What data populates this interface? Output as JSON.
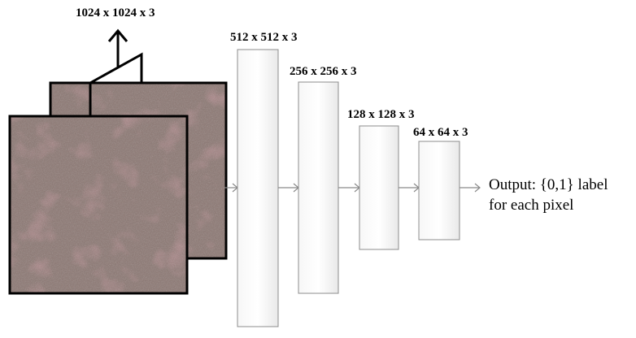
{
  "input": {
    "size_label": "1024 x 1024 x 3",
    "image_color": "#8a7570"
  },
  "layers": [
    {
      "label": "512 x 512 x 3"
    },
    {
      "label": "256 x 256 x 3"
    },
    {
      "label": "128 x 128 x 3"
    },
    {
      "label": "64 x 64 x 3"
    }
  ],
  "output": {
    "line1": "Output: {0,1} label",
    "line2": "for each pixel"
  }
}
